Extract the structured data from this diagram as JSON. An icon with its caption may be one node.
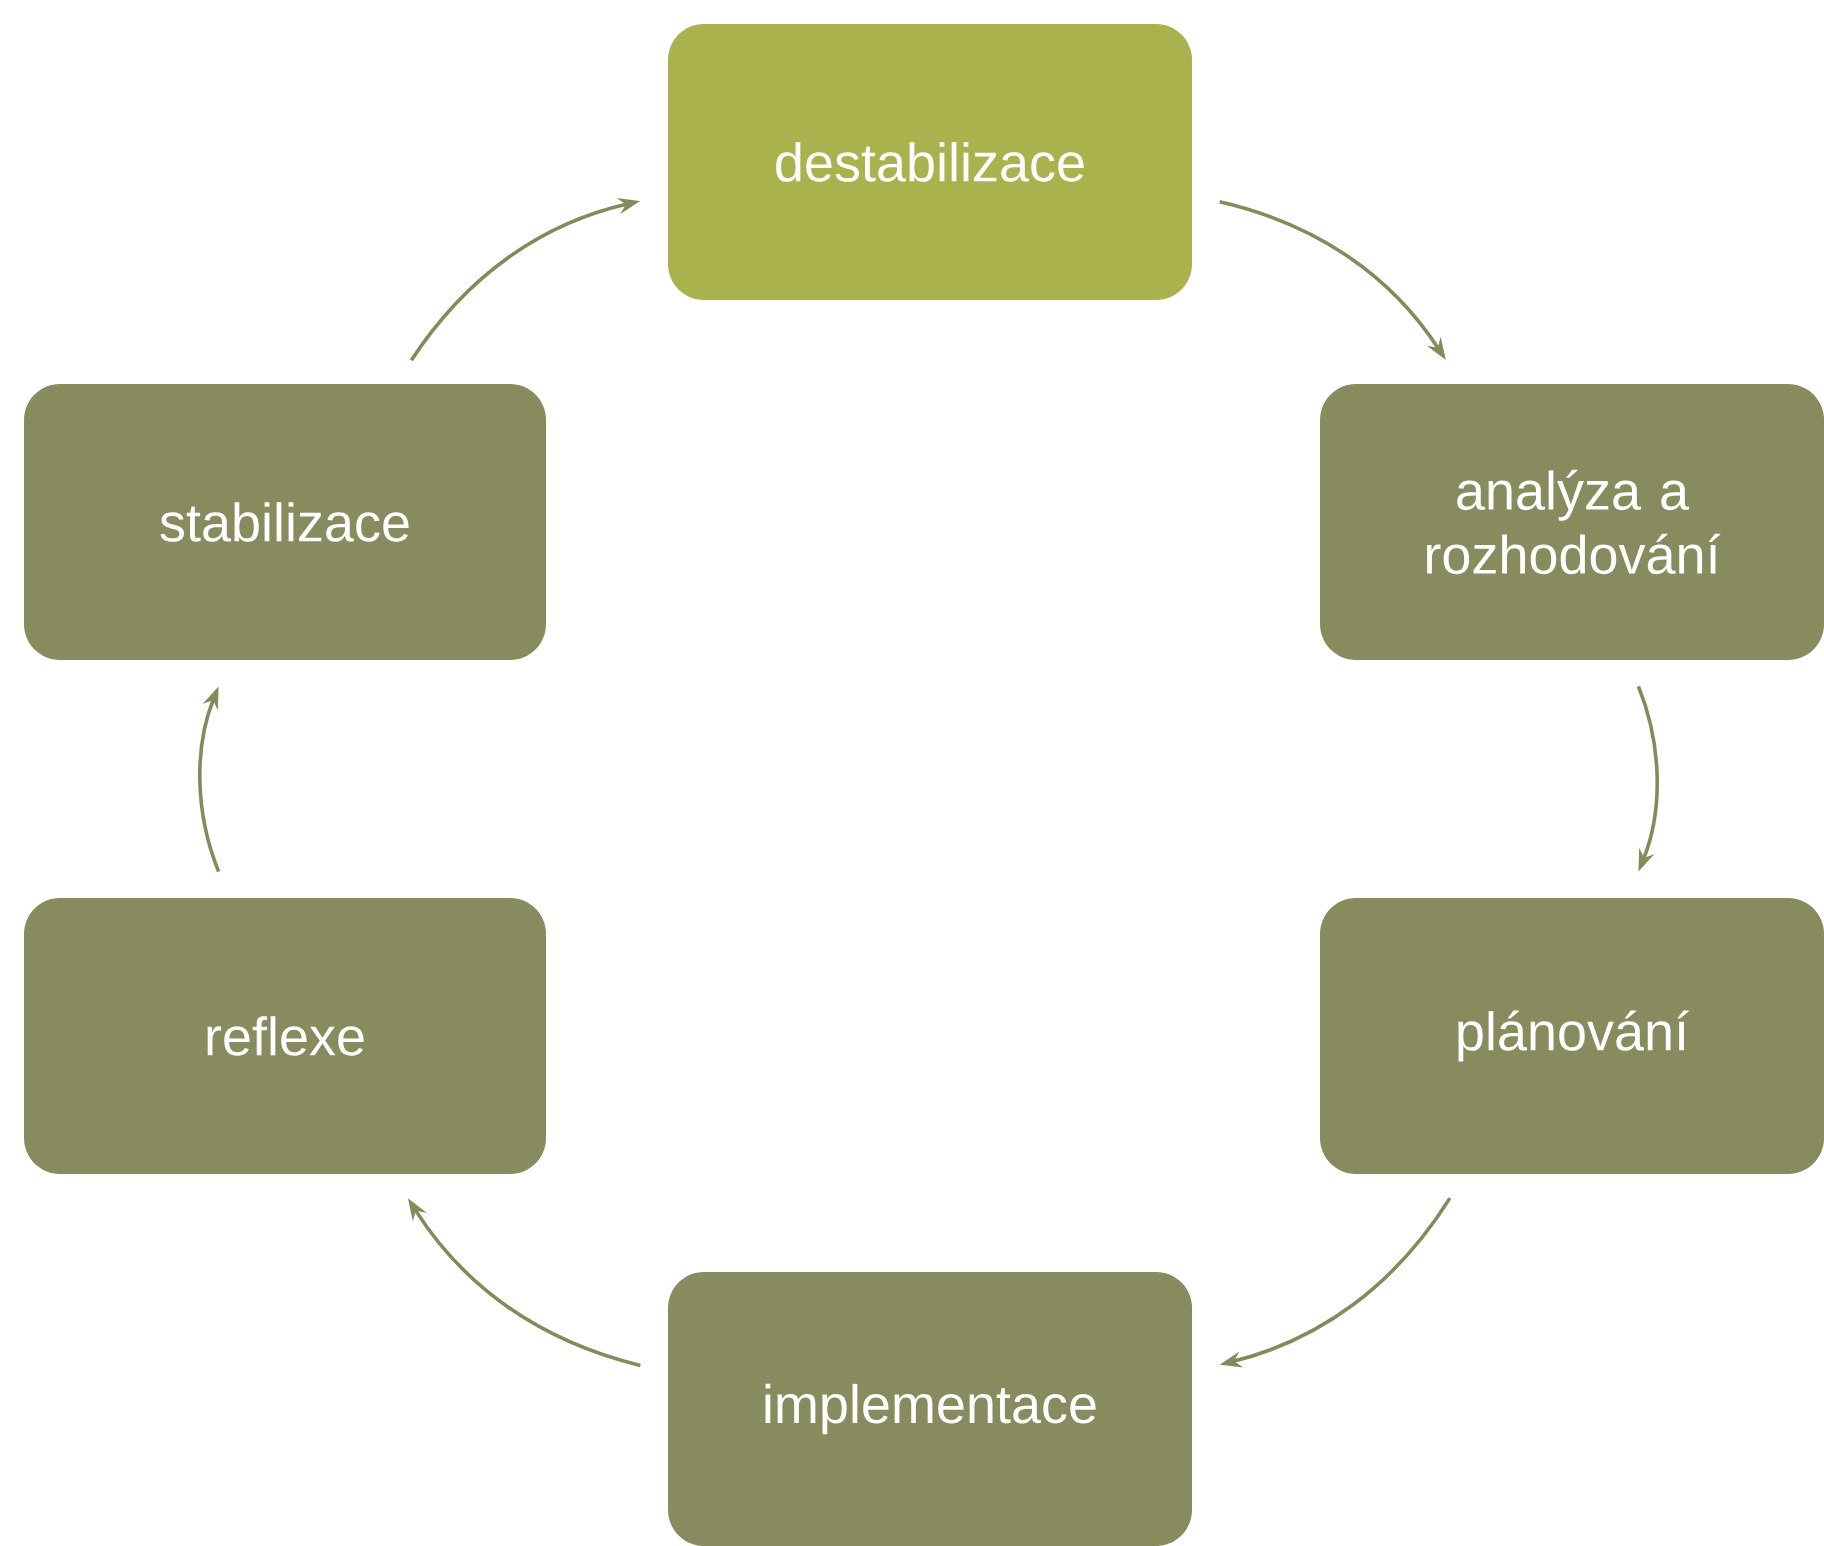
{
  "diagram": {
    "nodes": [
      {
        "text": [
          "destabilizace"
        ]
      },
      {
        "text": [
          "analýza a rozhodování"
        ]
      },
      {
        "text": [
          "plánování"
        ]
      },
      {
        "text": [
          "implementace"
        ]
      },
      {
        "text": [
          "reflexe"
        ]
      },
      {
        "text": [
          "stabilizace"
        ]
      }
    ],
    "edges": [
      {
        "from": 0,
        "to": 1,
        "arrow": "to"
      },
      {
        "from": 1,
        "to": 2,
        "arrow": "to"
      },
      {
        "from": 2,
        "to": 3,
        "arrow": "to"
      },
      {
        "from": 3,
        "to": 4,
        "arrow": "to"
      },
      {
        "from": 4,
        "to": 5,
        "arrow": "to"
      },
      {
        "from": 5,
        "to": 0,
        "arrow": "to"
      }
    ]
  }
}
